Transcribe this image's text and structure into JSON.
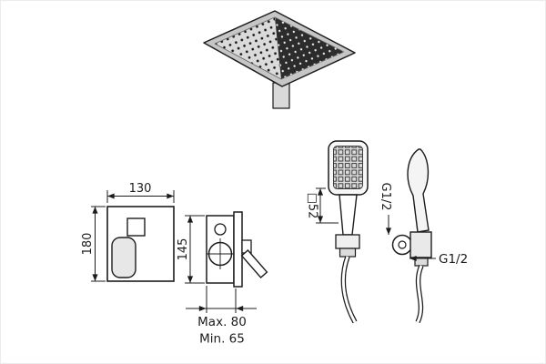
{
  "image": {
    "kind": "technical-line-drawing",
    "background_color": "#ffffff",
    "line_color": "#1c1c1c",
    "shade_light": "#d9d9d9",
    "shade_dark": "#2c2c2c"
  },
  "views": {
    "mixer_front": {
      "width_label": "130",
      "height_label": "180"
    },
    "mixer_side": {
      "height_label": "145",
      "depth_max_label": "Max. 80",
      "depth_min_label": "Min. 65"
    },
    "hand_shower": {
      "face_size_label": "□52",
      "holder_thread_label": "G1/2",
      "supply_thread_label": "G1/2"
    }
  }
}
